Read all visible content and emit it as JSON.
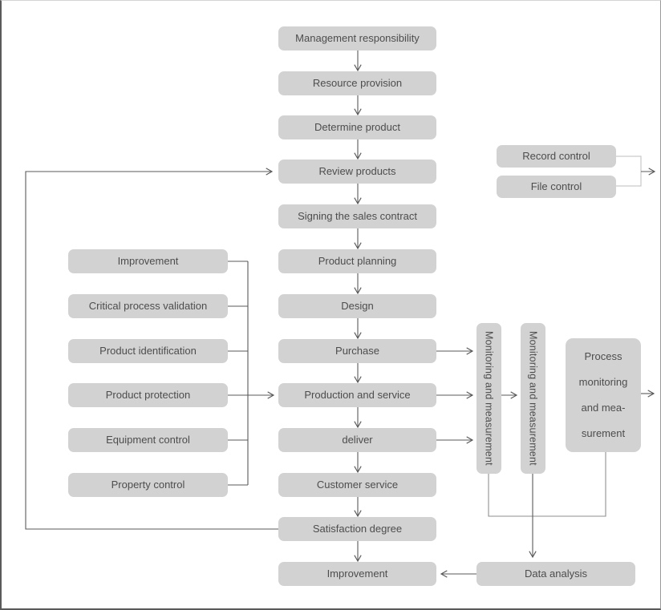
{
  "diagram": {
    "main_flow": {
      "nodes": [
        {
          "label": "Management responsibility"
        },
        {
          "label": "Resource provision"
        },
        {
          "label": "Determine product"
        },
        {
          "label": "Review products"
        },
        {
          "label": "Signing the sales contract"
        },
        {
          "label": "Product planning"
        },
        {
          "label": "Design"
        },
        {
          "label": "Purchase"
        },
        {
          "label": "Production and service"
        },
        {
          "label": "deliver"
        },
        {
          "label": "Customer service"
        },
        {
          "label": "Satisfaction degree"
        },
        {
          "label": "Improvement"
        }
      ]
    },
    "left_column": {
      "nodes": [
        {
          "label": "Improvement"
        },
        {
          "label": "Critical process validation"
        },
        {
          "label": "Product identification"
        },
        {
          "label": "Product protection"
        },
        {
          "label": "Equipment control"
        },
        {
          "label": "Property control"
        }
      ]
    },
    "control_boxes": {
      "nodes": [
        {
          "label": "Record control"
        },
        {
          "label": "File control"
        }
      ]
    },
    "monitoring": {
      "vertical_boxes": [
        {
          "label": "Monitoring and measurement"
        },
        {
          "label": "Monitoring and measurement"
        }
      ],
      "process_box": {
        "lines": [
          "Process",
          "monitoring",
          "and mea-",
          "surement"
        ]
      }
    },
    "analysis": {
      "label": "Data analysis"
    }
  },
  "colors": {
    "node_fill": "#d2d2d2",
    "node_text": "#4d4d4d",
    "arrow": "#595959",
    "light_connector": "#c9c9c9"
  }
}
